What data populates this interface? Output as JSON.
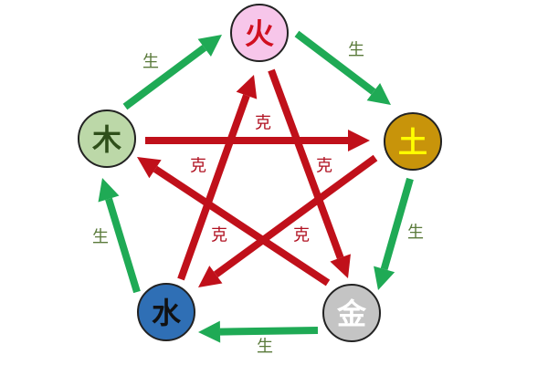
{
  "colors": {
    "sheng": "#1faa55",
    "ke": "#c0101a",
    "sheng_label": "#5a7a3a",
    "ke_label": "#b01020"
  },
  "nodes": [
    {
      "id": "fire",
      "char": "火",
      "fill": "#f7c6ea",
      "text": "#d01020"
    },
    {
      "id": "earth",
      "char": "土",
      "fill": "#c8940a",
      "text": "#ffff00"
    },
    {
      "id": "metal",
      "char": "金",
      "fill": "#c4c4c4",
      "text": "#ffffff"
    },
    {
      "id": "water",
      "char": "水",
      "fill": "#2f6fb5",
      "text": "#111111"
    },
    {
      "id": "wood",
      "char": "木",
      "fill": "#bcd8a8",
      "text": "#2f4f1a"
    }
  ],
  "sheng": [
    {
      "from": "wood",
      "to": "fire",
      "label": "生"
    },
    {
      "from": "fire",
      "to": "earth",
      "label": "生"
    },
    {
      "from": "earth",
      "to": "metal",
      "label": "生"
    },
    {
      "from": "metal",
      "to": "water",
      "label": "生"
    },
    {
      "from": "water",
      "to": "wood",
      "label": "生"
    }
  ],
  "ke": [
    {
      "from": "wood",
      "to": "earth",
      "label": "克"
    },
    {
      "from": "metal",
      "to": "wood",
      "label": "克"
    },
    {
      "from": "fire",
      "to": "metal",
      "label": "克"
    },
    {
      "from": "water",
      "to": "fire",
      "label": "克"
    },
    {
      "from": "earth",
      "to": "water",
      "label": "克"
    }
  ]
}
